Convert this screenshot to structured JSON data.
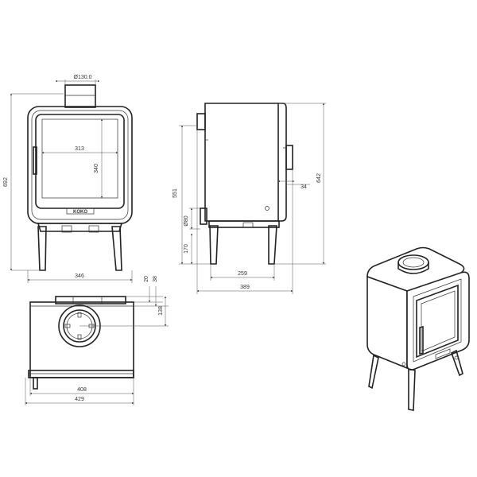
{
  "dimensions": {
    "flue_diameter": "Ø130.0",
    "window_width": "313",
    "window_height": "340",
    "total_height": "692",
    "front_width": "346",
    "top_height": "642",
    "rear_outlet_height": "551",
    "rear_pipe_diameter": "Ø80",
    "rear_pipe_height": "170",
    "side_projection": "34",
    "leg_span": "259",
    "side_depth": "389",
    "plan_offset_a": "20",
    "plan_offset_b": "38",
    "plan_depth": "138",
    "plan_inner_width": "408",
    "plan_outer_width": "429"
  },
  "logo_text": "KOKO"
}
